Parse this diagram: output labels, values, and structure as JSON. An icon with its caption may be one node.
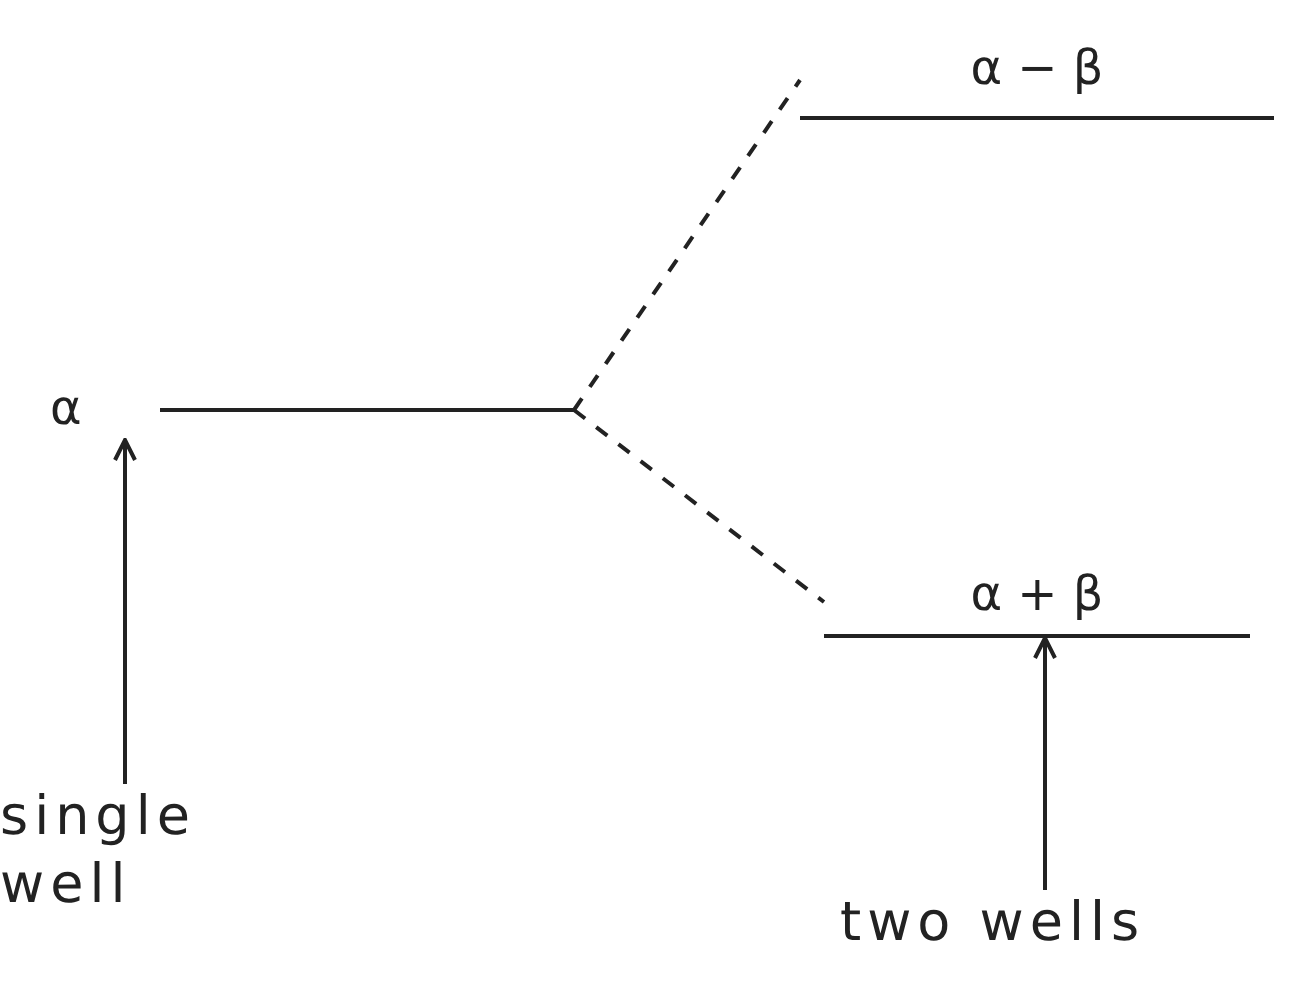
{
  "diagram": {
    "nodes": [
      {
        "text": [
          "α"
        ]
      },
      {
        "text": [
          "α − β"
        ]
      },
      {
        "text": [
          "α + β"
        ]
      },
      {
        "text": [
          "single well"
        ]
      },
      {
        "text": [
          "two wells"
        ]
      }
    ],
    "edges": [
      {
        "from": 0,
        "to": 1,
        "arrow": "none",
        "style": "dashed"
      },
      {
        "from": 0,
        "to": 2,
        "arrow": "none",
        "style": "dashed"
      },
      {
        "from": 3,
        "to": 0,
        "arrow": "to"
      },
      {
        "from": 4,
        "to": 2,
        "arrow": "to"
      }
    ]
  }
}
